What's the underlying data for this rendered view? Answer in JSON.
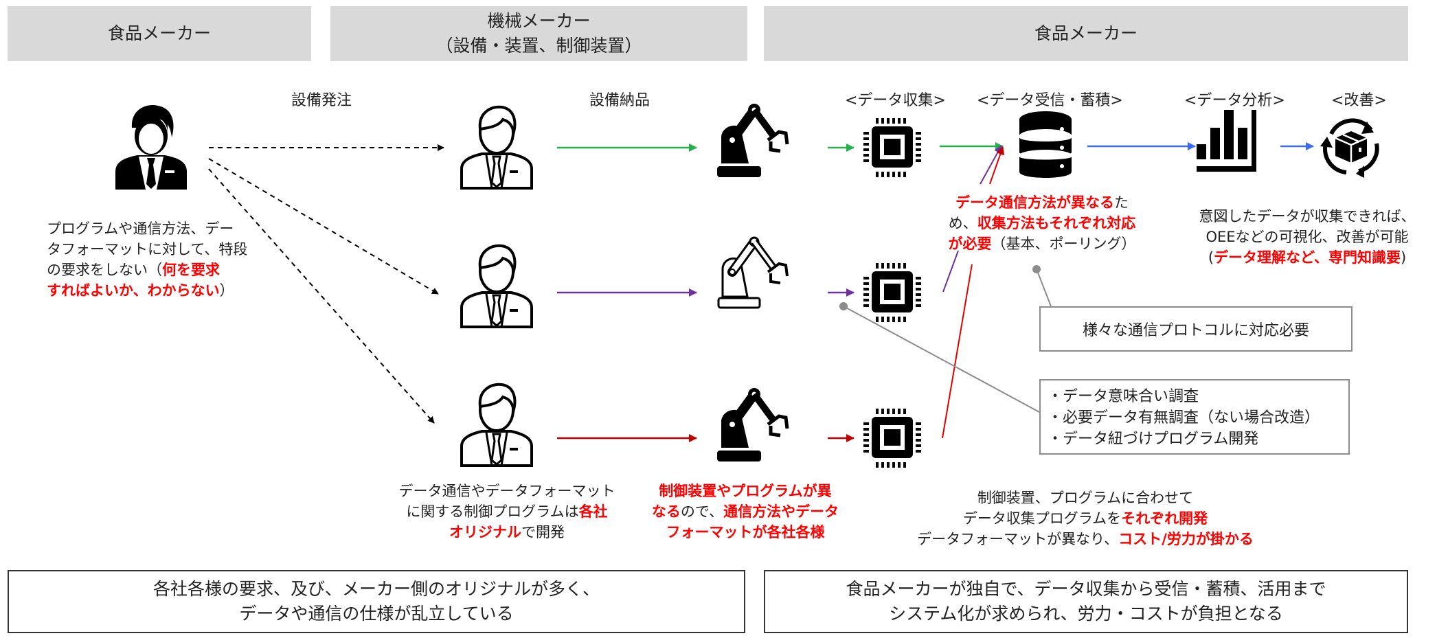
{
  "headers": {
    "left": "食品メーカー",
    "middle_line1": "機械メーカー",
    "middle_line2": "（設備・装置、制御装置）",
    "right": "食品メーカー"
  },
  "flow_labels": {
    "order": "設備発注",
    "delivery": "設備納品",
    "collect": "<データ収集>",
    "receive_store": "<データ受信・蓄積>",
    "analyze": "<データ分析>",
    "improve": "<改善>"
  },
  "left_note": {
    "line1": "プログラムや通信方法、デー",
    "line2": "タフォーマットに対して、特段",
    "line3_plain": "の要求をしない（",
    "line3_red": "何を要求",
    "line4_red": "すればよいか、わからない",
    "line4_plain": "）"
  },
  "center_note": {
    "l1_red": "データ通信方法が異なる",
    "l1_plain": "た",
    "l2_plain": "め、",
    "l2_red": "収集方法もそれぞれ対応",
    "l3_red": "が必要",
    "l3_plain": "（基本、ポーリング）"
  },
  "right_note": {
    "line1": "意図したデータが収集できれば、",
    "line2": "OEEなどの可視化、改善が可能",
    "line3_open": "(",
    "line3_red": "データ理解など、専門知識要",
    "line3_close": ")"
  },
  "callouts": {
    "protocol": "様々な通信プロトコルに対応必要",
    "tasks": [
      "・データ意味合い調査",
      "・必要データ有無調査（ない場合改造）",
      "・データ紐づけプログラム開発"
    ]
  },
  "bottom_notes": {
    "maker": {
      "l1": "データ通信やデータフォーマット",
      "l2_plain": "に関する制御プログラムは",
      "l2_red": "各社",
      "l3_red": "オリジナル",
      "l3_plain": "で開発"
    },
    "controller": {
      "l1_red": "制御装置やプログラムが異",
      "l2_red1": "なる",
      "l2_plain": "ので、",
      "l2_red2": "通信方法やデータ",
      "l3_red": "フォーマットが各社各様"
    },
    "food": {
      "l1": "制御装置、プログラムに合わせて",
      "l2_plain": "データ収集プログラムを",
      "l2_red": "それぞれ開発",
      "l3_plain": "データフォーマットが異なり、",
      "l3_red": "コスト/労力が掛かる"
    }
  },
  "summary": {
    "left_l1": "各社各様の要求、及び、メーカー側のオリジナルが多く、",
    "left_l2": "データや通信の仕様が乱立している",
    "right_l1": "食品メーカーが独自で、データ収集から受信・蓄積、活用まで",
    "right_l2": "システム化が求められ、労力・コストが負担となる"
  },
  "colors": {
    "row1": "#22b14c",
    "row2": "#7030a0",
    "row3": "#c00000",
    "analysis_flow": "#3b6cf0",
    "emphasis": "#ff0000",
    "header_bg": "#d9d9d9",
    "connector": "#8c8c8c"
  }
}
